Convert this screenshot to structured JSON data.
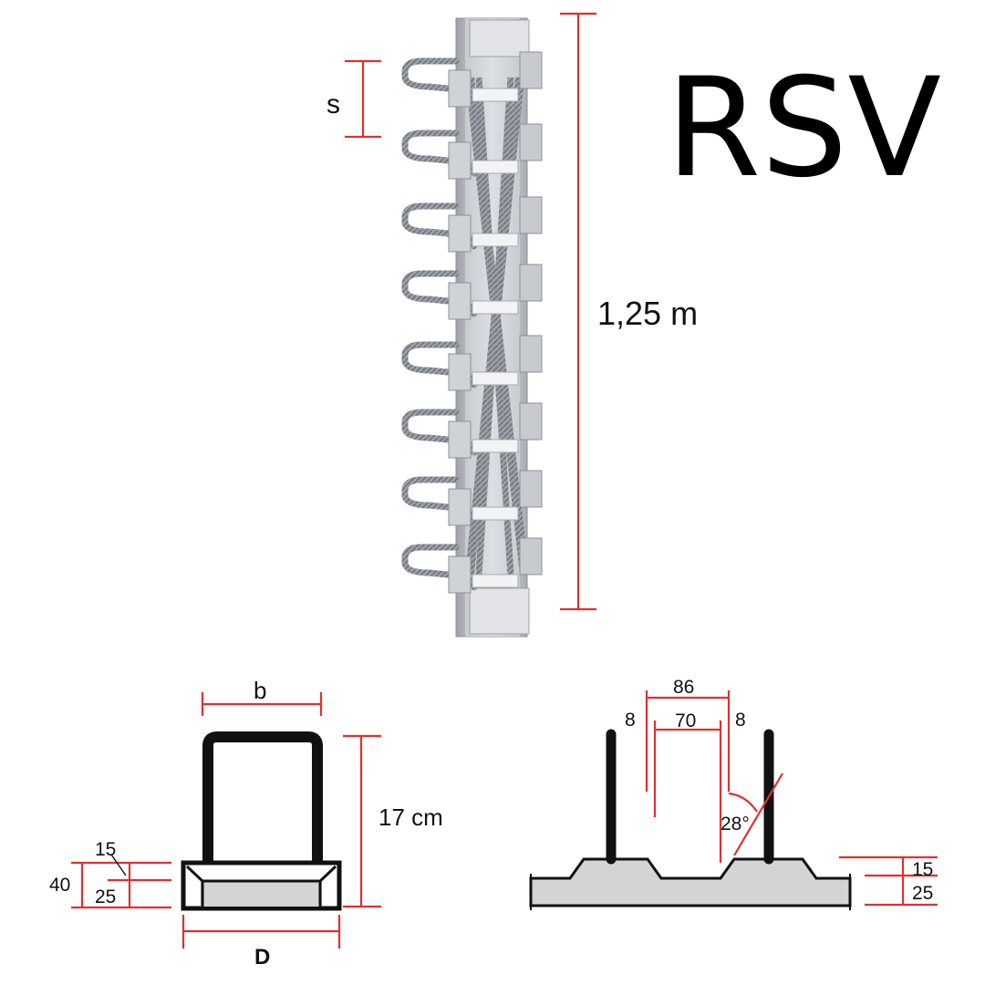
{
  "title": "RSV",
  "product_view": {
    "spacing_label": "s",
    "length_label": "1,25 m"
  },
  "section_left": {
    "width_label": "b",
    "height_label": "17 cm",
    "base_label": "D",
    "total_label": "40",
    "top_label": "15",
    "bottom_label": "25"
  },
  "section_right": {
    "outer_label": "86",
    "inner_label": "70",
    "side_left_label": "8",
    "side_right_label": "8",
    "angle_label": "28°",
    "top_label": "15",
    "bottom_label": "25"
  },
  "colors": {
    "dimension": "#e03030",
    "steel": "#b8bcc2",
    "concrete": "#d4d4d4",
    "outline": "#111111"
  }
}
